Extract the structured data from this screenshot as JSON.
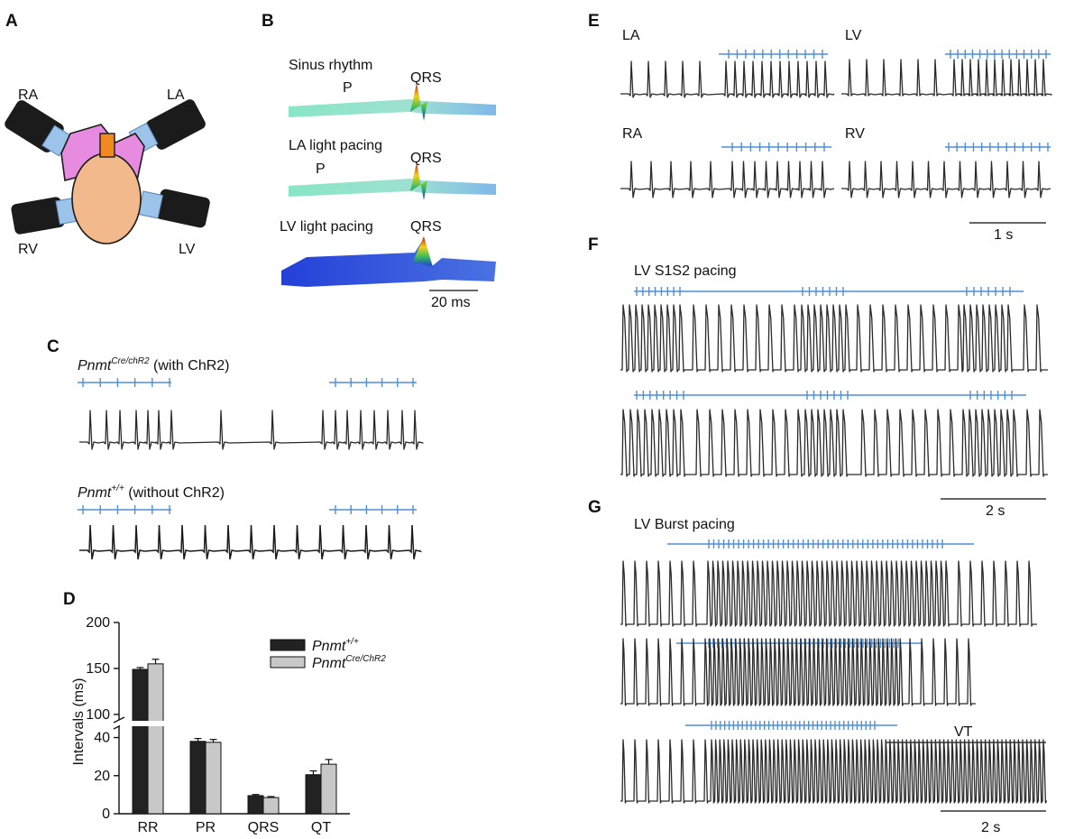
{
  "panels": {
    "A": {
      "letter": "A",
      "labels": {
        "ra": "RA",
        "la": "LA",
        "rv": "RV",
        "lv": "LV"
      }
    },
    "B": {
      "letter": "B",
      "rows": [
        {
          "title": "Sinus rhythm",
          "p": "P",
          "qrs": "QRS"
        },
        {
          "title": "LA light pacing",
          "p": "P",
          "qrs": "QRS"
        },
        {
          "title": "LV light pacing",
          "p": "",
          "qrs": "QRS"
        }
      ],
      "scale": "20 ms"
    },
    "C": {
      "letter": "C",
      "trace1": {
        "gene": "Pnmt",
        "sup": "Cre/chR2",
        "suffix": " (with ChR2)"
      },
      "trace2": {
        "gene": "Pnmt",
        "sup": "+/+",
        "suffix": " (without ChR2)"
      }
    },
    "D": {
      "letter": "D",
      "legend": [
        {
          "gene": "Pnmt",
          "sup": "+/+",
          "color": "#222222"
        },
        {
          "gene": "Pnmt",
          "sup": "Cre/ChR2",
          "color": "#c8c8c8"
        }
      ]
    },
    "E": {
      "letter": "E",
      "labels": {
        "la": "LA",
        "lv": "LV",
        "ra": "RA",
        "rv": "RV"
      },
      "scale": "1 s"
    },
    "F": {
      "letter": "F",
      "title": "LV S1S2 pacing",
      "scale": "2 s"
    },
    "G": {
      "letter": "G",
      "title": "LV Burst pacing",
      "vt": "VT",
      "scale": "2 s"
    }
  },
  "chart_data": {
    "type": "bar",
    "categories": [
      "RR",
      "PR",
      "QRS",
      "QT"
    ],
    "series": [
      {
        "name": "Pnmt+/+",
        "values": [
          149,
          38,
          9.5,
          20.5
        ],
        "errors": [
          2,
          1.5,
          0.6,
          2
        ]
      },
      {
        "name": "PnmtCre/ChR2",
        "values": [
          155,
          37.5,
          8.5,
          26
        ],
        "errors": [
          5,
          1.5,
          0.5,
          2.5
        ]
      }
    ],
    "ylabel": "Intervals (ms)",
    "yticks_lower": [
      0,
      20,
      40
    ],
    "yticks_upper": [
      100,
      150,
      200
    ],
    "axis_break": [
      45,
      95
    ],
    "colors": [
      "#222222",
      "#c8c8c8"
    ]
  },
  "colors": {
    "stim": "#4f8fd6",
    "trace": "#2a2a2a",
    "atria": "#e78be0",
    "ventricle": "#f2b98d",
    "fiber_tip": "#9cc4ea"
  }
}
